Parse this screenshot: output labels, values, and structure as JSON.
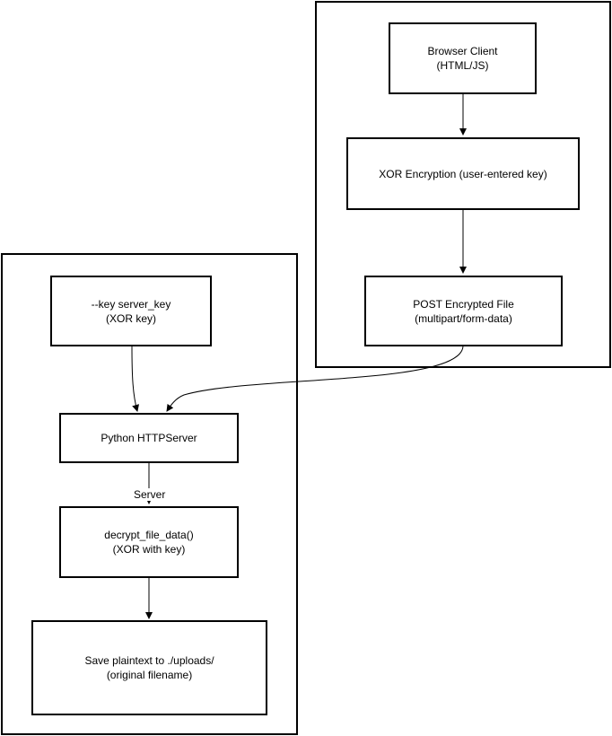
{
  "colors": {
    "stroke": "#000000",
    "background": "#ffffff"
  },
  "groups": {
    "client": {},
    "server": {}
  },
  "nodes": {
    "browser_client": {
      "line1": "Browser Client",
      "line2": "(HTML/JS)"
    },
    "xor_encryption": {
      "line1": "XOR Encryption (user-entered key)"
    },
    "post_encrypted": {
      "line1": "POST Encrypted File",
      "line2": "(multipart/form-data)"
    },
    "server_key": {
      "line1": "--key server_key",
      "line2": "(XOR key)"
    },
    "http_server": {
      "line1": "Python HTTPServer"
    },
    "decrypt": {
      "line1": "decrypt_file_data()",
      "line2": "(XOR with key)"
    },
    "save_plaintext": {
      "line1": "Save plaintext to ./uploads/",
      "line2": "(original filename)"
    }
  },
  "edge_labels": {
    "server_label": "Server"
  }
}
